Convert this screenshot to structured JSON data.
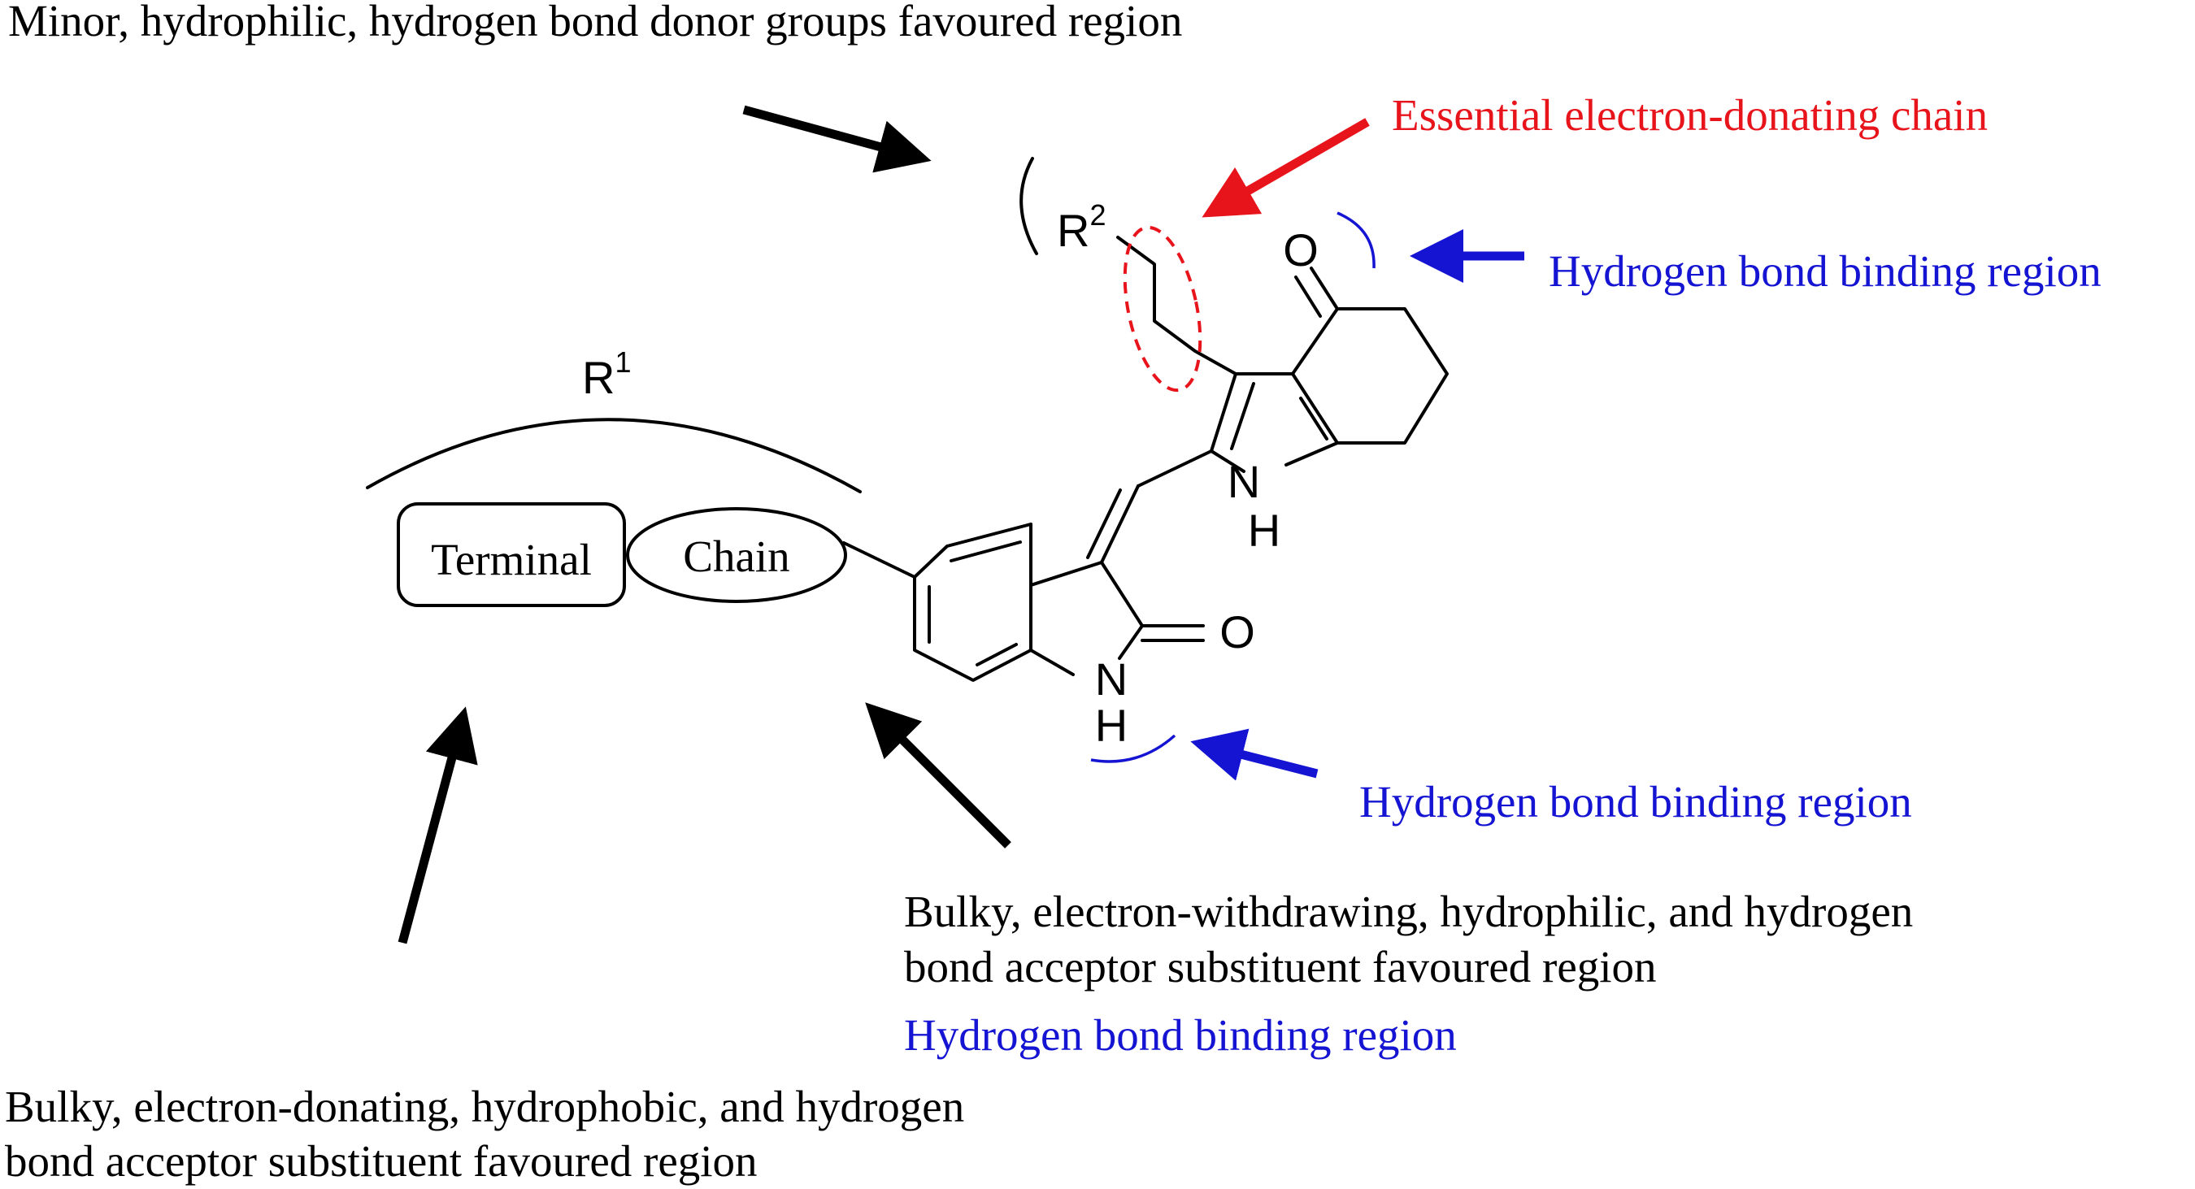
{
  "annotations": {
    "top_left": "Minor, hydrophilic, hydrogen bond donor groups favoured region",
    "essential_chain": "Essential electron-donating chain",
    "hbond_right": "Hydrogen bond binding region",
    "hbond_lower": "Hydrogen bond binding region",
    "bulky_withdrawing_line1": "Bulky, electron-withdrawing, hydrophilic, and hydrogen",
    "bulky_withdrawing_line2": "bond acceptor substituent favoured region",
    "hbond_bottom": "Hydrogen bond binding region",
    "bulky_donating_line1": "Bulky, electron-donating, hydrophobic, and hydrogen",
    "bulky_donating_line2": "bond acceptor substituent favoured region"
  },
  "structure": {
    "r1_letter": "R",
    "r1_sup": "1",
    "r2_letter": "R",
    "r2_sup": "2",
    "terminal": "Terminal",
    "chain": "Chain",
    "atom_O_ketone": "O",
    "atom_O_lactam": "O",
    "atom_N_pyrrole": "N",
    "atom_H_pyrrole": "H",
    "atom_N_indolinone": "N",
    "atom_H_indolinone": "H"
  },
  "colors": {
    "black": "#000000",
    "red": "#e8141c",
    "blue": "#1414d2"
  }
}
